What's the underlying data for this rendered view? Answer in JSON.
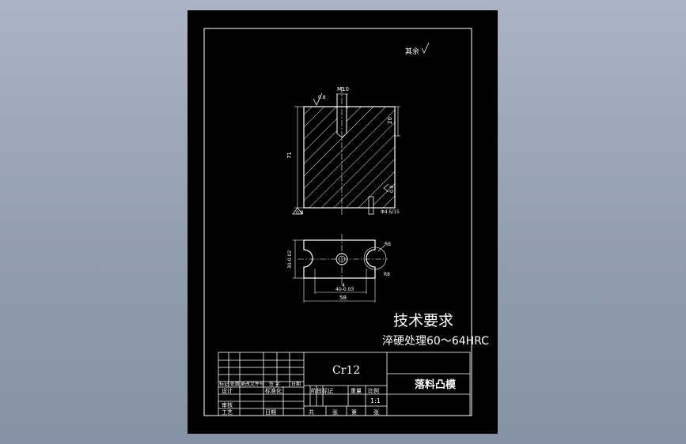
{
  "drawing": {
    "roughness_note": "其余",
    "dims": {
      "thread": "M10",
      "depth": "20",
      "height": "71",
      "rough_top": "0.8",
      "rough_left": "0.8",
      "rough_right": "0.8",
      "pin_dim": "Φ4.5/15",
      "width_tol": "30-0.02",
      "r_right": "R8",
      "r_bottom": "R8",
      "slot_inner": "4",
      "slot_tol": "40-0.03",
      "total_width": "58"
    },
    "tech": {
      "heading": "技术要求",
      "line1": "淬硬处理60～64HRC"
    },
    "title_block": {
      "material": "Cr12",
      "part_name": "落料凸模",
      "scale": "1:1",
      "row_marks": "标记 处数",
      "row_files": "更改文件号",
      "row_sign": "签 字",
      "row_date": "日期",
      "designer": "设计",
      "standard": "标准化",
      "review": "审核",
      "process": "工艺",
      "date": "日期",
      "stage": "阶段标记",
      "weight": "重量",
      "scale_label": "比例",
      "total": "共",
      "sheet": "张",
      "page": "第",
      "page_unit": "张"
    }
  }
}
